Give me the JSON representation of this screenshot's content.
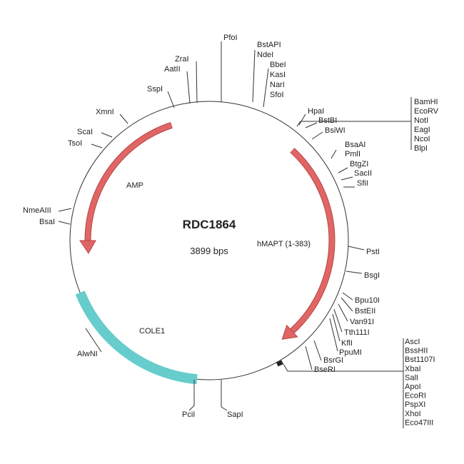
{
  "plasmid": {
    "name": "RDC1864",
    "size": "3899 bps"
  },
  "features": [
    {
      "label": "AMP",
      "color": "#e06666"
    },
    {
      "label": "hMAPT (1-383)",
      "color": "#e06666"
    },
    {
      "label": "COLE1",
      "color": "#66cccc"
    }
  ],
  "enzymes": {
    "top": [
      "PfoI",
      "BstAPI",
      "NdeI",
      "BbeI",
      "KasI",
      "NarI",
      "SfoI",
      "HpaI",
      "BstBI",
      "BsiWI"
    ],
    "mcs1": [
      "BamHI",
      "EcoRV",
      "NotI",
      "EagI",
      "NcoI",
      "BlpI"
    ],
    "right": [
      "BsaAI",
      "PmlI",
      "BtgZI",
      "SacII",
      "SfiI",
      "PstI",
      "BsgI",
      "Bpu10I",
      "BstEII",
      "Van91I",
      "Tth111I",
      "KflI",
      "PpuMI",
      "BsrGI",
      "BseRI"
    ],
    "mcs2": [
      "AscI",
      "BssHII",
      "Bst1107I",
      "XbaI",
      "SalI",
      "ApoI",
      "EcoRI",
      "PspXI",
      "XhoI",
      "Eco47III"
    ],
    "bottom": [
      "SapI",
      "PciI",
      "AlwNI"
    ],
    "left": [
      "BsaI",
      "NmeAIII",
      "TsoI",
      "ScaI",
      "XmnI",
      "SspI",
      "AatII",
      "ZraI"
    ]
  }
}
